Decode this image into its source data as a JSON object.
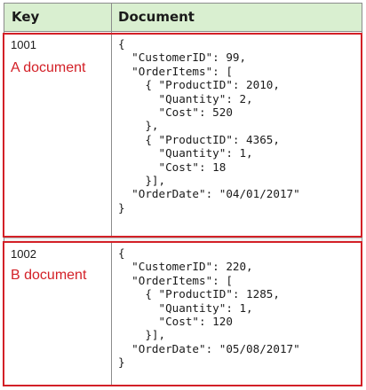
{
  "header": {
    "key": "Key",
    "document": "Document"
  },
  "rows": [
    {
      "key": "1001",
      "label": "A document",
      "json": "{\n  \"CustomerID\": 99,\n  \"OrderItems\": [\n    { \"ProductID\": 2010,\n      \"Quantity\": 2,\n      \"Cost\": 520\n    },\n    { \"ProductID\": 4365,\n      \"Quantity\": 1,\n      \"Cost\": 18\n    }],\n  \"OrderDate\": \"04/01/2017\"\n}"
    },
    {
      "key": "1002",
      "label": "B document",
      "json": "{\n  \"CustomerID\": 220,\n  \"OrderItems\": [\n    { \"ProductID\": 1285,\n      \"Quantity\": 1,\n      \"Cost\": 120\n    }],\n  \"OrderDate\": \"05/08/2017\"\n}"
    }
  ],
  "colors": {
    "header_bg": "#d9efd0",
    "highlight": "#d32027",
    "border": "#8c8c8c"
  }
}
